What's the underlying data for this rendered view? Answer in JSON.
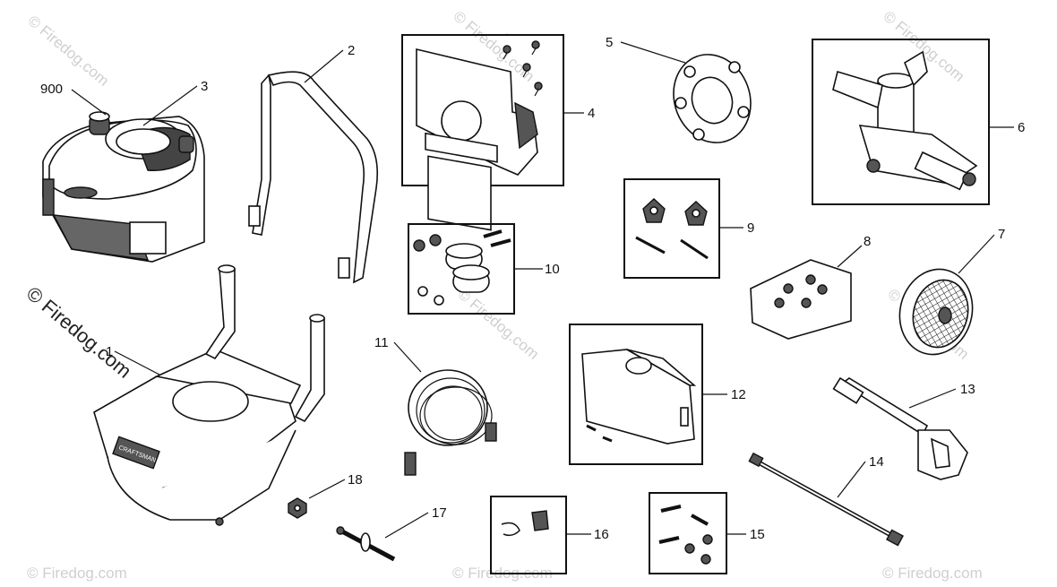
{
  "watermark": {
    "text": "© Firedog.com",
    "short": "© Firedog.com"
  },
  "callouts": {
    "c900": "900",
    "c1": "1",
    "c2": "2",
    "c3": "3",
    "c4": "4",
    "c5": "5",
    "c6": "6",
    "c7": "7",
    "c8": "8",
    "c9": "9",
    "c10": "10",
    "c11": "11",
    "c12": "12",
    "c13": "13",
    "c14": "14",
    "c15": "15",
    "c16": "16",
    "c17": "17",
    "c18": "18"
  },
  "frame_badge": "CRAFTSMAN"
}
